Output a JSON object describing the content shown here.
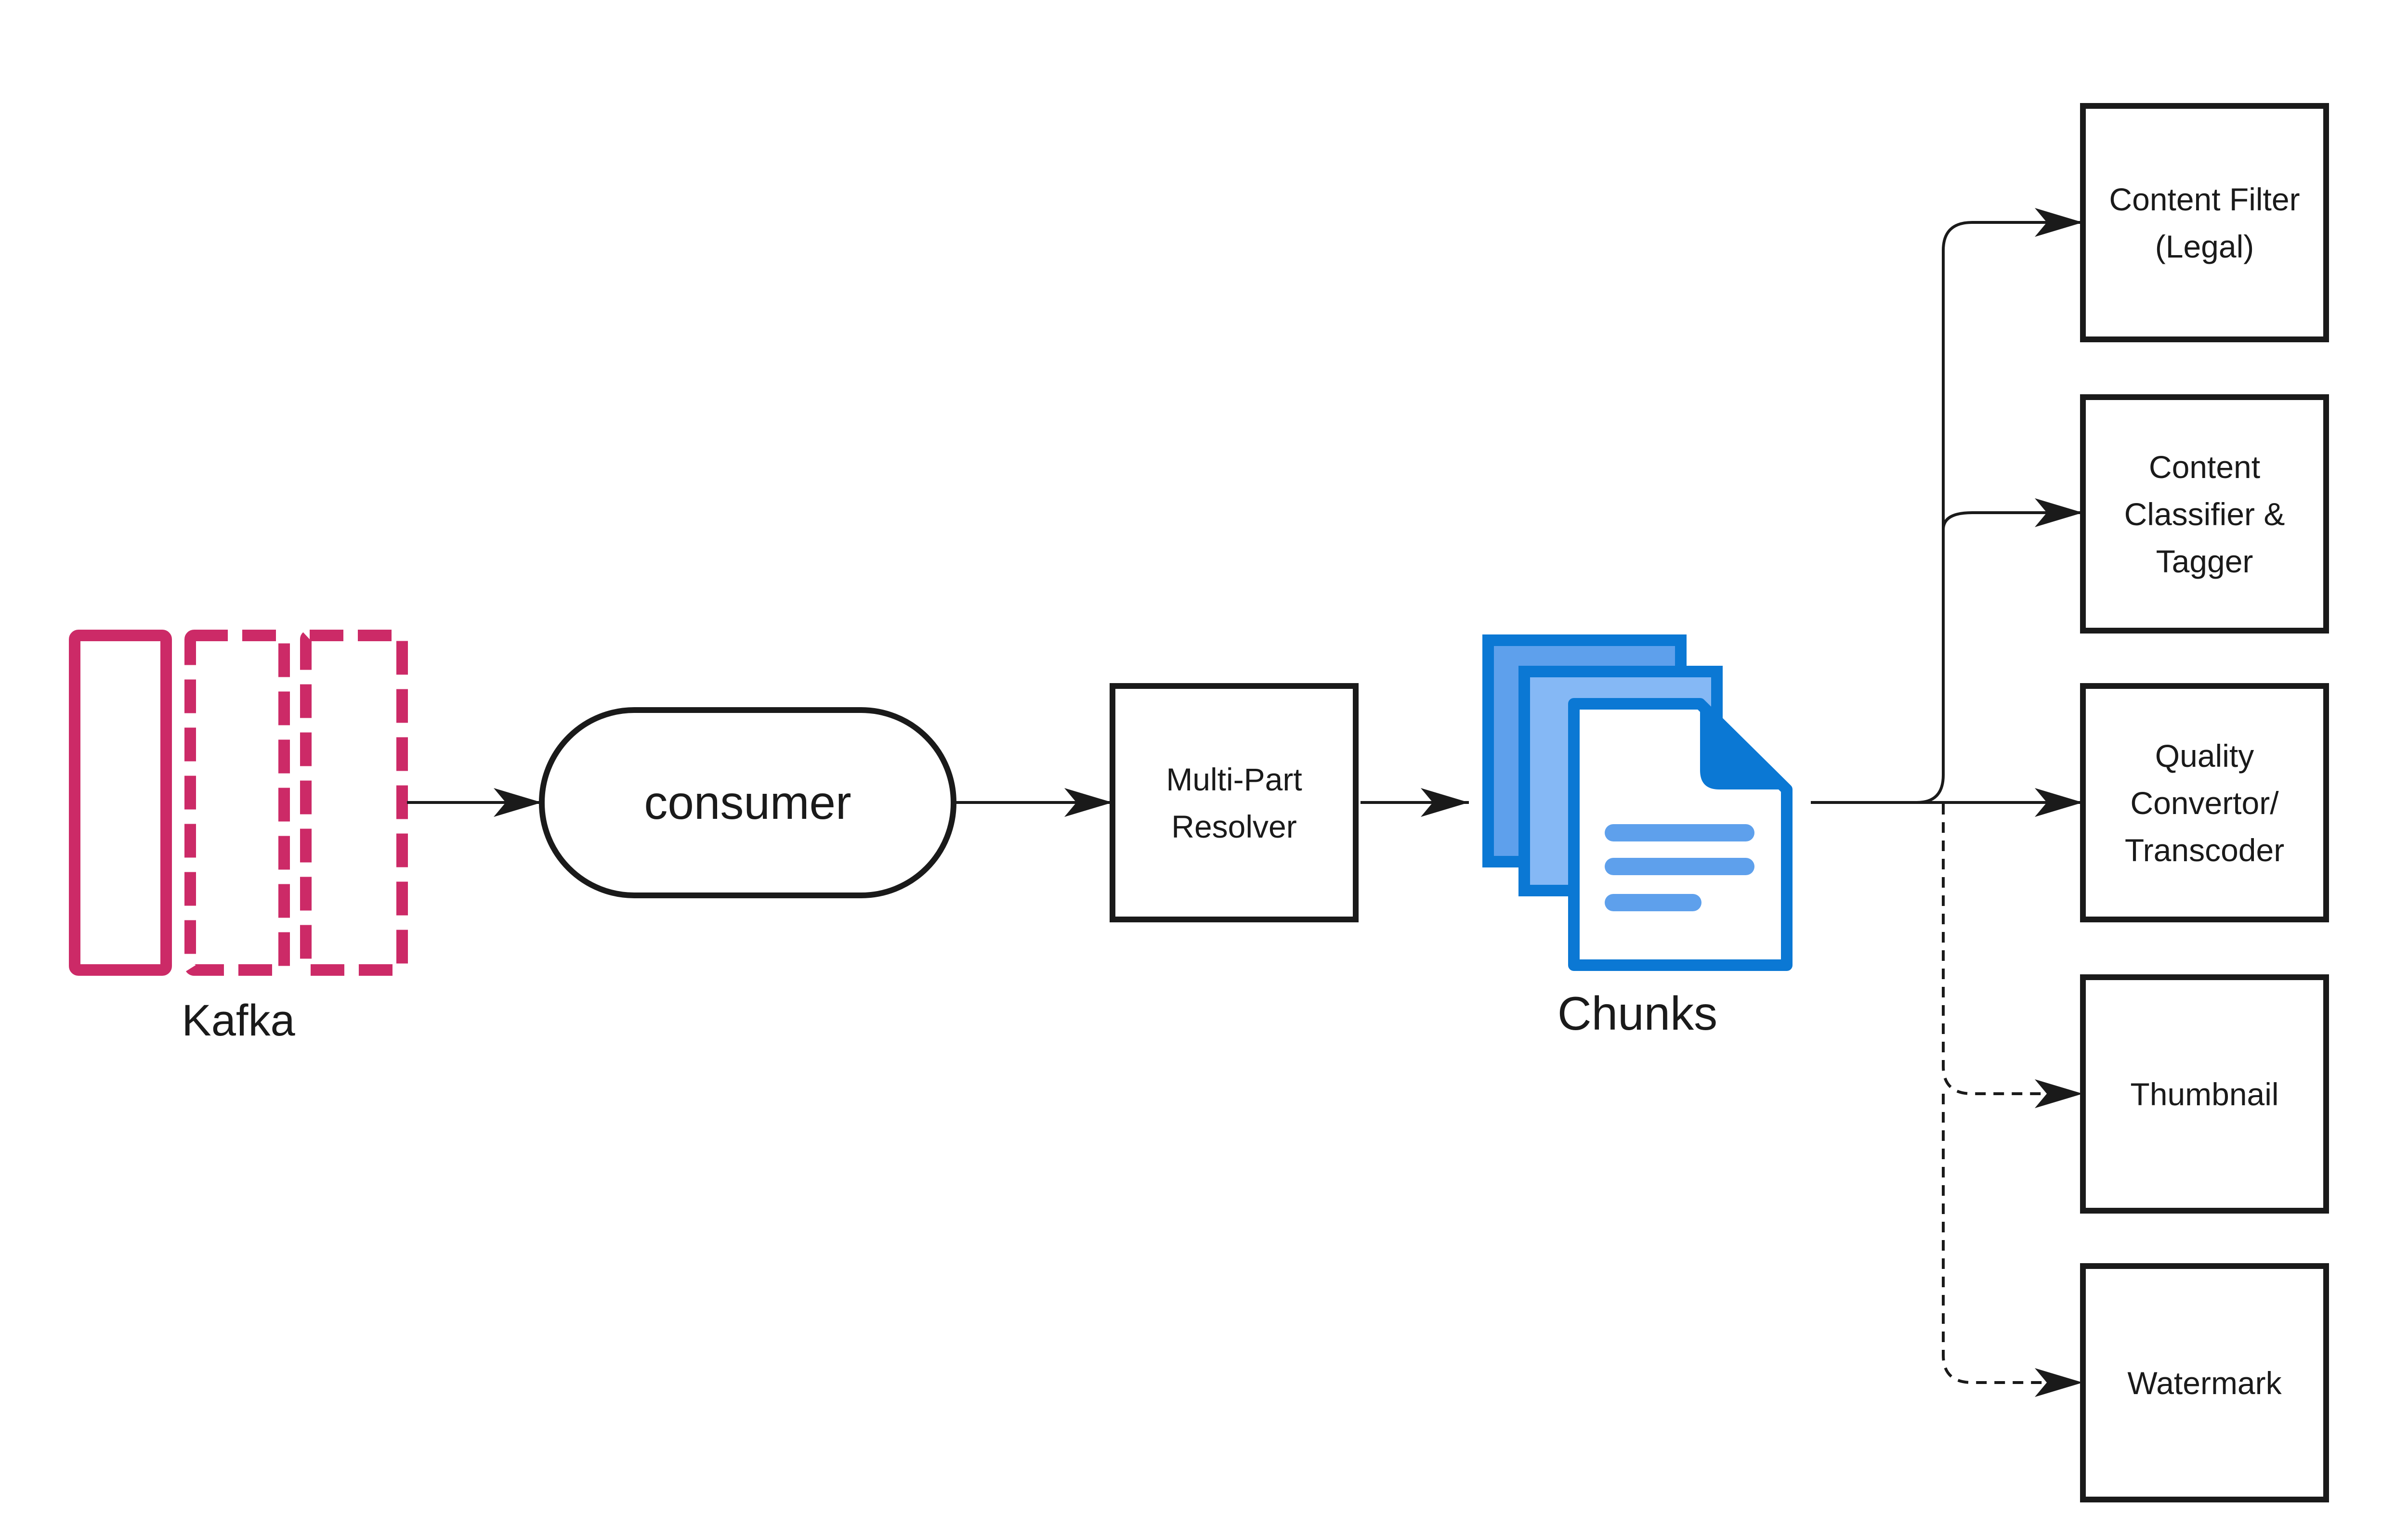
{
  "colors": {
    "kafka": "#cc2a67",
    "stroke": "#1a1a1a",
    "doc_dark": "#0b78d4",
    "doc_back": "#5ea0ec",
    "doc_front": "#85b8f5",
    "doc_lines": "#5ea0ec"
  },
  "icons": {
    "kafka": "kafka-partitions-icon",
    "chunks": "documents-stack-icon"
  },
  "nodes": {
    "kafka": {
      "label": "Kafka"
    },
    "consumer": {
      "label": "consumer"
    },
    "resolver": {
      "label": "Multi-Part\nResolver"
    },
    "chunks": {
      "label": "Chunks"
    },
    "content_filter": {
      "label": "Content Filter\n(Legal)"
    },
    "classifier": {
      "label": "Content\nClassifier &\nTagger"
    },
    "quality": {
      "label": "Quality\nConvertor/\nTranscoder"
    },
    "thumbnail": {
      "label": "Thumbnail"
    },
    "watermark": {
      "label": "Watermark"
    }
  },
  "edges": [
    {
      "from": "kafka",
      "to": "consumer",
      "style": "solid"
    },
    {
      "from": "consumer",
      "to": "resolver",
      "style": "solid"
    },
    {
      "from": "resolver",
      "to": "chunks",
      "style": "solid"
    },
    {
      "from": "chunks",
      "to": "content_filter",
      "style": "solid"
    },
    {
      "from": "chunks",
      "to": "classifier",
      "style": "solid"
    },
    {
      "from": "chunks",
      "to": "quality",
      "style": "solid"
    },
    {
      "from": "chunks",
      "to": "thumbnail",
      "style": "dashed"
    },
    {
      "from": "chunks",
      "to": "watermark",
      "style": "dashed"
    }
  ]
}
